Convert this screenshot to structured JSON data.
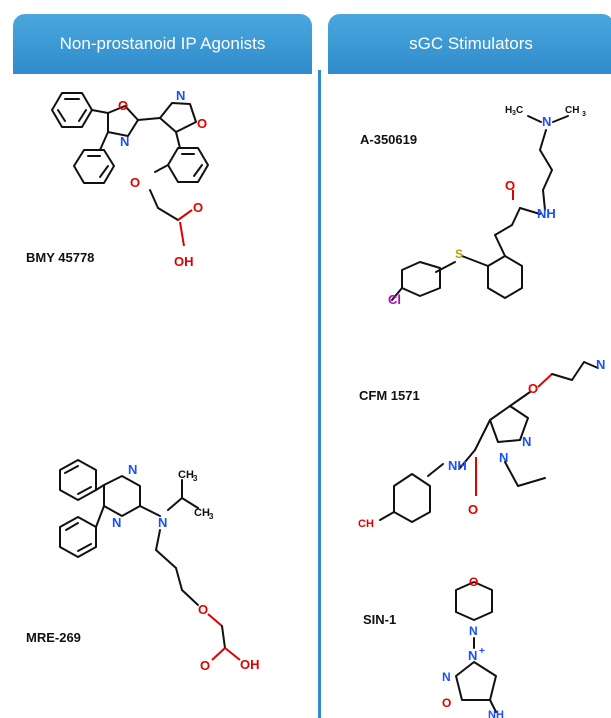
{
  "headers": {
    "left": "Non-prostanoid IP Agonists",
    "right": "sGC Stimulators"
  },
  "compounds": {
    "bmy": {
      "name": "BMY 45778"
    },
    "mre": {
      "name": "MRE-269"
    },
    "a350": {
      "name": "A-350619"
    },
    "cfm": {
      "name": "CFM 1571"
    },
    "sin": {
      "name": "SIN-1"
    }
  },
  "atoms": {
    "N": "N",
    "O": "O",
    "OH": "OH",
    "NH": "NH",
    "Cl": "Cl",
    "S": "S",
    "CH3": "CH",
    "sub3": "3",
    "H3C": "H",
    "H3C_tail": "C",
    "NH_imine": "NH",
    "N_plus": "N",
    "plus": "+",
    "N_ring": "N",
    "minus": "-"
  },
  "colors": {
    "header_bg": "#2f8ccb",
    "header_text": "#ffffff",
    "bond": "#111111",
    "nitrogen": "#1a4fff",
    "oxygen": "#e00000",
    "chlorine": "#c000c0",
    "sulfur": "#b8a000"
  }
}
